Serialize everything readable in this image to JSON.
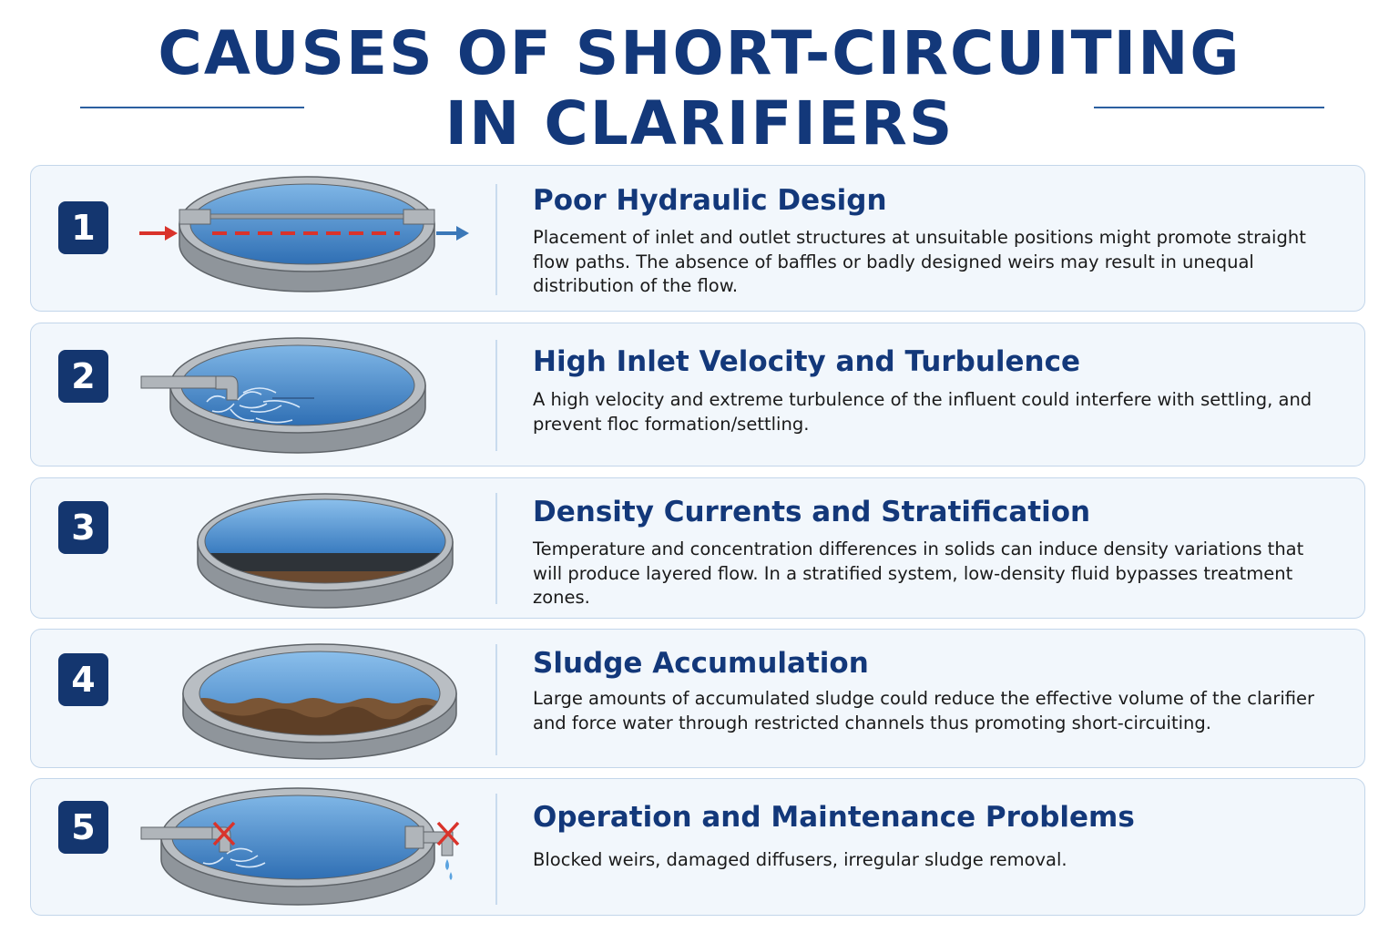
{
  "title": {
    "line1": "CAUSES OF SHORT-CIRCUITING",
    "line2": "IN CLARIFIERS"
  },
  "causes": [
    {
      "number": "1",
      "title": "Poor Hydraulic Design",
      "description": "Placement of inlet and outlet structures at unsuitable positions might promote straight flow paths. The absence of baffles or badly designed weirs may result in unequal distribution of the flow.",
      "icon": "clarifier-straight-flow-path-icon"
    },
    {
      "number": "2",
      "title": "High Inlet Velocity and Turbulence",
      "description": "A high velocity and extreme turbulence of the influent could interfere with settling, and prevent floc formation/settling.",
      "icon": "clarifier-turbulent-inlet-icon"
    },
    {
      "number": "3",
      "title": "Density Currents and Stratification",
      "description": "Temperature and concentration differences in solids can induce density variations that will produce layered flow. In a stratified system, low-density fluid bypasses treatment zones.",
      "icon": "clarifier-stratified-layers-icon"
    },
    {
      "number": "4",
      "title": "Sludge Accumulation",
      "description": "Large amounts of accumulated sludge could reduce the effective volume of the clarifier and force water through restricted channels thus promoting short-circuiting.",
      "icon": "clarifier-sludge-accumulation-icon"
    },
    {
      "number": "5",
      "title": "Operation and Maintenance Problems",
      "description": "Blocked weirs, damaged diffusers, irregular sludge removal.",
      "icon": "clarifier-maintenance-failure-icon"
    }
  ],
  "colors": {
    "title": "#13387a",
    "badge": "#14366f",
    "card_background": "#f2f7fc",
    "card_border": "#c3d6ea",
    "water": "#3a7cc0",
    "tank_wall": "#9aa0a6",
    "inlet_arrow": "#d9332b",
    "outlet_arrow": "#3b78b8",
    "sludge": "#7a5535"
  }
}
